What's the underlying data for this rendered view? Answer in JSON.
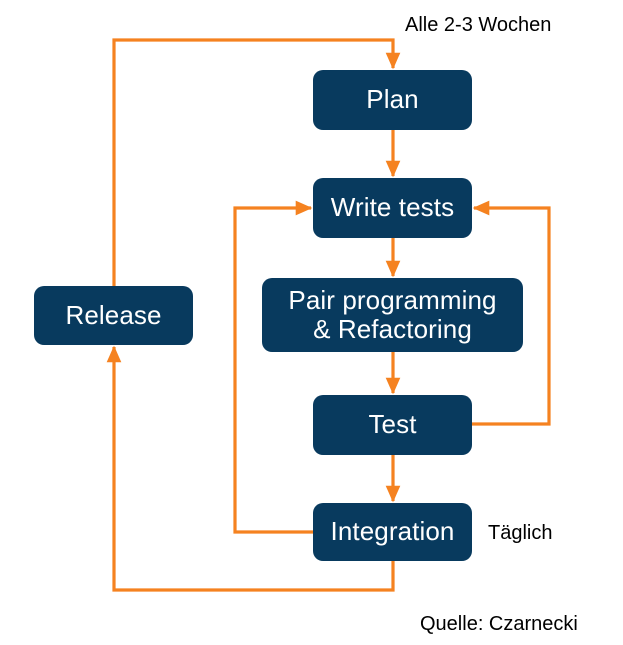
{
  "diagram": {
    "title_text": "Alle 2-3 Wochen",
    "accent_color": "#F58220",
    "node_color": "#083A5E",
    "node_text_color": "#FFFFFF",
    "caption_color": "#000000",
    "background_color": "#FFFFFF",
    "nodes": [
      {
        "id": "plan",
        "label": "Plan"
      },
      {
        "id": "write-tests",
        "label": "Write tests"
      },
      {
        "id": "pair",
        "label": "Pair programming\n& Refactoring"
      },
      {
        "id": "test",
        "label": "Test"
      },
      {
        "id": "integration",
        "label": "Integration"
      },
      {
        "id": "release",
        "label": "Release"
      }
    ],
    "captions": {
      "cadence_release_loop": "Alle 2-3 Wochen",
      "cadence_integration": "Täglich",
      "source": "Quelle: Czarnecki"
    },
    "edges": [
      {
        "id": "plan-to-write-tests",
        "from": "plan",
        "to": "write-tests",
        "kind": "arrow-down"
      },
      {
        "id": "write-tests-to-pair",
        "from": "write-tests",
        "to": "pair",
        "kind": "arrow-down"
      },
      {
        "id": "pair-to-test",
        "from": "pair",
        "to": "test",
        "kind": "arrow-down"
      },
      {
        "id": "test-to-integration",
        "from": "test",
        "to": "integration",
        "kind": "arrow-down"
      },
      {
        "id": "test-to-write-tests-loop",
        "from": "test",
        "to": "write-tests",
        "kind": "right-loop-up"
      },
      {
        "id": "integration-to-write-tests",
        "from": "integration",
        "to": "write-tests",
        "kind": "left-loop-up"
      },
      {
        "id": "integration-to-release",
        "from": "integration",
        "to": "release",
        "kind": "bottom-loop-left-up"
      },
      {
        "id": "release-to-plan",
        "from": "release",
        "to": "plan",
        "kind": "top-loop-right-down"
      }
    ]
  }
}
